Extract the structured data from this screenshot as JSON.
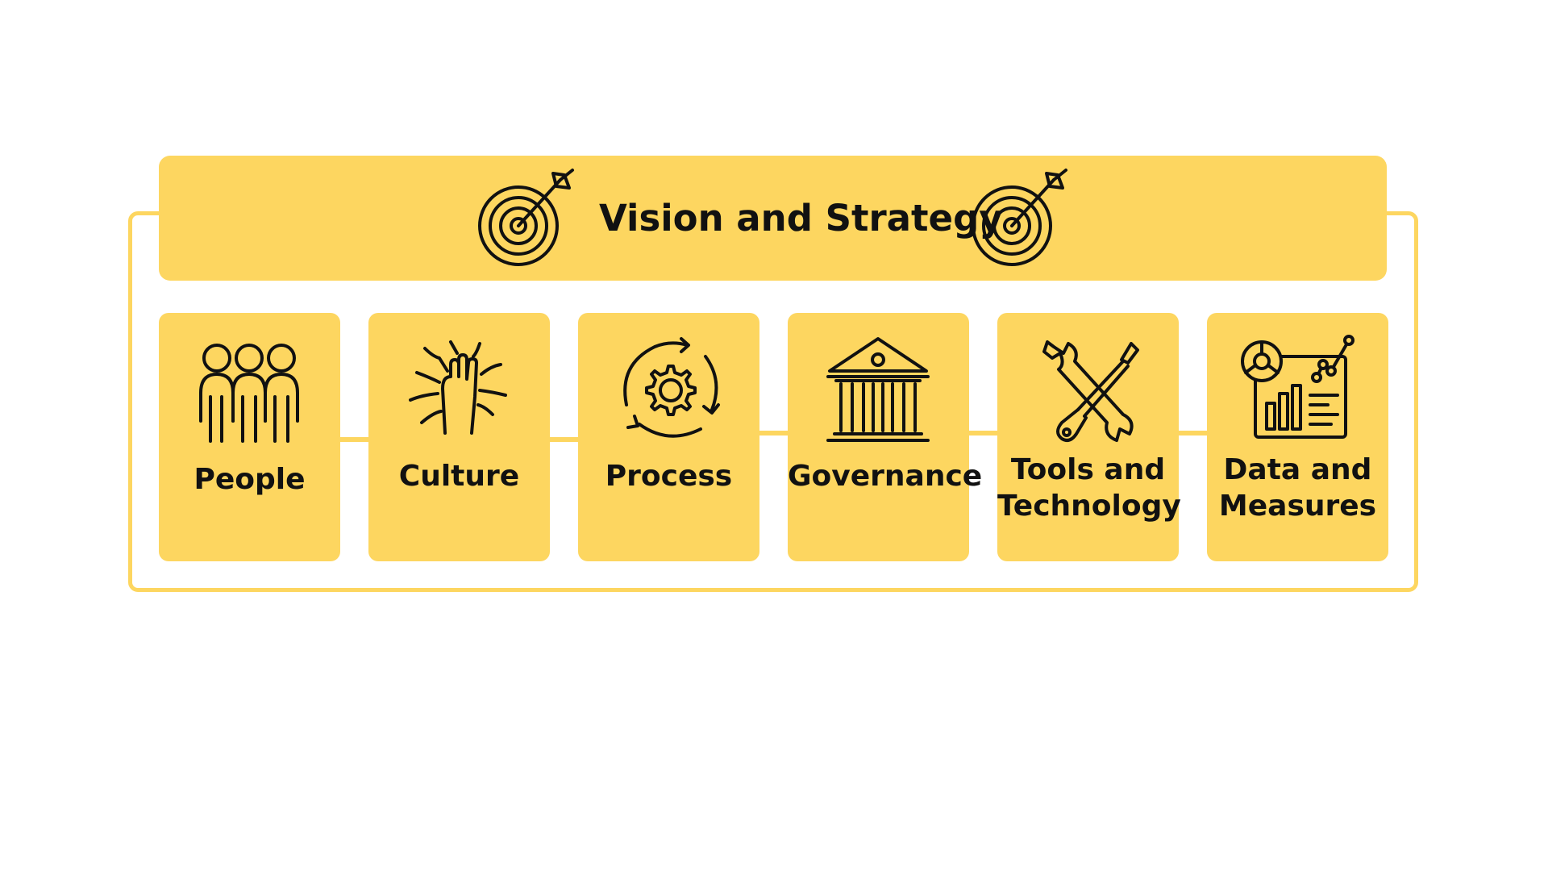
{
  "diagram": {
    "title": "Vision and Strategy",
    "colors": {
      "fill": "#FDD660",
      "stroke": "#111111"
    },
    "header_icons": [
      "target-arrow-icon",
      "target-arrow-icon"
    ],
    "pillars": [
      {
        "label": "People",
        "icon": "people-group-icon"
      },
      {
        "label": "Culture",
        "icon": "stacked-hands-icon"
      },
      {
        "label": "Process",
        "icon": "gear-cycle-icon"
      },
      {
        "label": "Governance",
        "icon": "government-building-icon"
      },
      {
        "label": "Tools and\nTechnology",
        "icon": "wrench-screwdriver-icon"
      },
      {
        "label": "Data and\nMeasures",
        "icon": "dashboard-chart-icon"
      }
    ]
  }
}
